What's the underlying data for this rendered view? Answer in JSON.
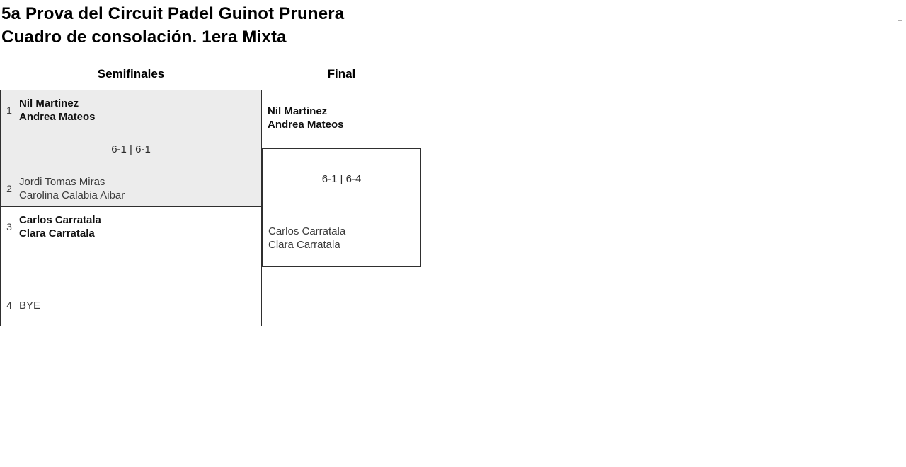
{
  "page": {
    "title_line1": "5a Prova del Circuit Padel Guinot Prunera",
    "title_line2": "Cuadro de consolación. 1era Mixta"
  },
  "bracket": {
    "rounds": [
      {
        "label": "Semifinales"
      },
      {
        "label": "Final"
      }
    ],
    "semifinals": [
      {
        "team1": {
          "seed": "1",
          "players": [
            "Nil Martinez",
            "Andrea Mateos"
          ],
          "winner": true
        },
        "score": "6-1 | 6-1",
        "team2": {
          "seed": "2",
          "players": [
            "Jordi Tomas Miras",
            "Carolina Calabia Aibar"
          ],
          "winner": false
        }
      },
      {
        "team1": {
          "seed": "3",
          "players": [
            "Carlos Carratala",
            "Clara Carratala"
          ],
          "winner": true
        },
        "score": "",
        "team2": {
          "seed": "4",
          "players": [
            "BYE"
          ],
          "winner": false
        }
      }
    ],
    "final": {
      "team1": {
        "players": [
          "Nil Martinez",
          "Andrea Mateos"
        ],
        "winner": true
      },
      "score": "6-1 | 6-4",
      "team2": {
        "players": [
          "Carlos Carratala",
          "Clara Carratala"
        ],
        "winner": false
      }
    }
  },
  "colors": {
    "highlight_bg": "#ececec",
    "border": "#2f2f2f",
    "winner": "#111111",
    "loser": "#3b3b3b",
    "score": "#2b2b2b",
    "seed": "#3b3b3b",
    "placeholder": "#b0b0b0"
  }
}
